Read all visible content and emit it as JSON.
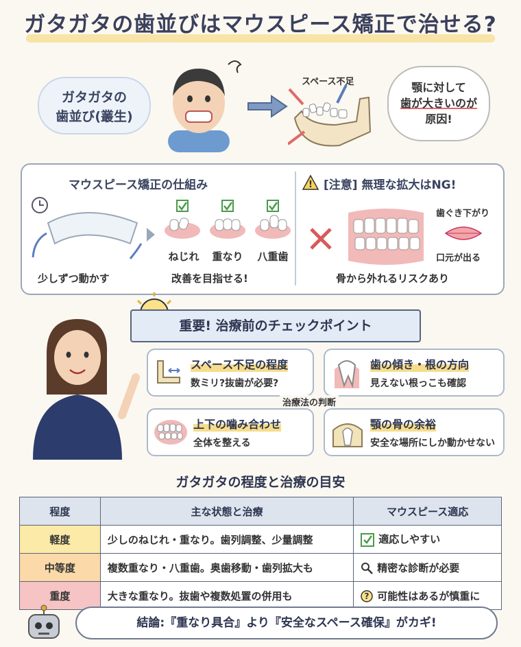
{
  "title": "ガタガタの歯並びはマウスピース矯正で治せる?",
  "intro": {
    "left_bubble_line1": "ガタガタの",
    "left_bubble_line2": "歯並び(叢生)",
    "jaw_label": "スペース不足",
    "right_bubble_line1": "顎に対して",
    "right_bubble_line2": "歯が大きいのが",
    "right_bubble_line3": "原因!"
  },
  "mechanism": {
    "title": "マウスピース矯正の仕組み",
    "move_caption": "少しずつ動かす",
    "types": [
      "ねじれ",
      "重なり",
      "八重歯"
    ],
    "improve_caption": "改善を目指せる!"
  },
  "caution": {
    "title": "[注意] 無理な拡大はNG!",
    "gum_label": "歯ぐき下がり",
    "mouth_label": "口元が出る",
    "risk_caption": "骨から外れるリスクあり"
  },
  "checkpoint": {
    "banner": "重要! 治療前のチェックポイント",
    "center_label": "治療法の判断",
    "cards": [
      {
        "title": "スペース不足の程度",
        "sub": "数ミリ?抜歯が必要?"
      },
      {
        "title": "歯の傾き・根の方向",
        "sub": "見えない根っこも確認"
      },
      {
        "title": "上下の噛み合わせ",
        "sub": "全体を整える"
      },
      {
        "title": "顎の骨の余裕",
        "sub": "安全な場所にしか動かせない"
      }
    ]
  },
  "guide": {
    "title": "ガタガタの程度と治療の目安",
    "headers": [
      "程度",
      "主な状態と治療",
      "マウスピース適応"
    ],
    "rows": [
      {
        "level": "軽度",
        "desc": "少しのねじれ・重なり。歯列調整、少量調整",
        "fit": "適応しやすい",
        "color": "#fbeaa8"
      },
      {
        "level": "中等度",
        "desc": "複数重なり・八重歯。奥歯移動・歯列拡大も",
        "fit": "精密な診断が必要",
        "color": "#fbd9a8"
      },
      {
        "level": "重度",
        "desc": "大きな重なり。抜歯や複数処置の併用も",
        "fit": "可能性はあるが慎重に",
        "color": "#f6c4c4"
      }
    ]
  },
  "conclusion": "結論:『重なり具合』より『安全なスペース確保』がカギ!"
}
